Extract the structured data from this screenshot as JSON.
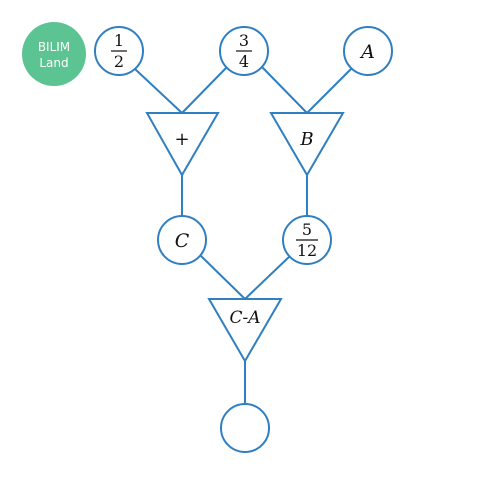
{
  "logo": {
    "line1": "BILIM",
    "line2": "Land",
    "color": "#5cc492"
  },
  "colors": {
    "stroke": "#2f7fc1",
    "text": "#111111"
  },
  "nodes": {
    "top_left": {
      "numerator": "1",
      "denominator": "2"
    },
    "top_mid": {
      "numerator": "3",
      "denominator": "4"
    },
    "top_right": {
      "label": "A"
    },
    "op_left": {
      "label": "+"
    },
    "op_right": {
      "label": "B"
    },
    "mid_left": {
      "label": "C"
    },
    "mid_right": {
      "numerator": "5",
      "denominator": "12"
    },
    "op_bottom": {
      "label": "C-A"
    },
    "result": {
      "label": ""
    }
  }
}
